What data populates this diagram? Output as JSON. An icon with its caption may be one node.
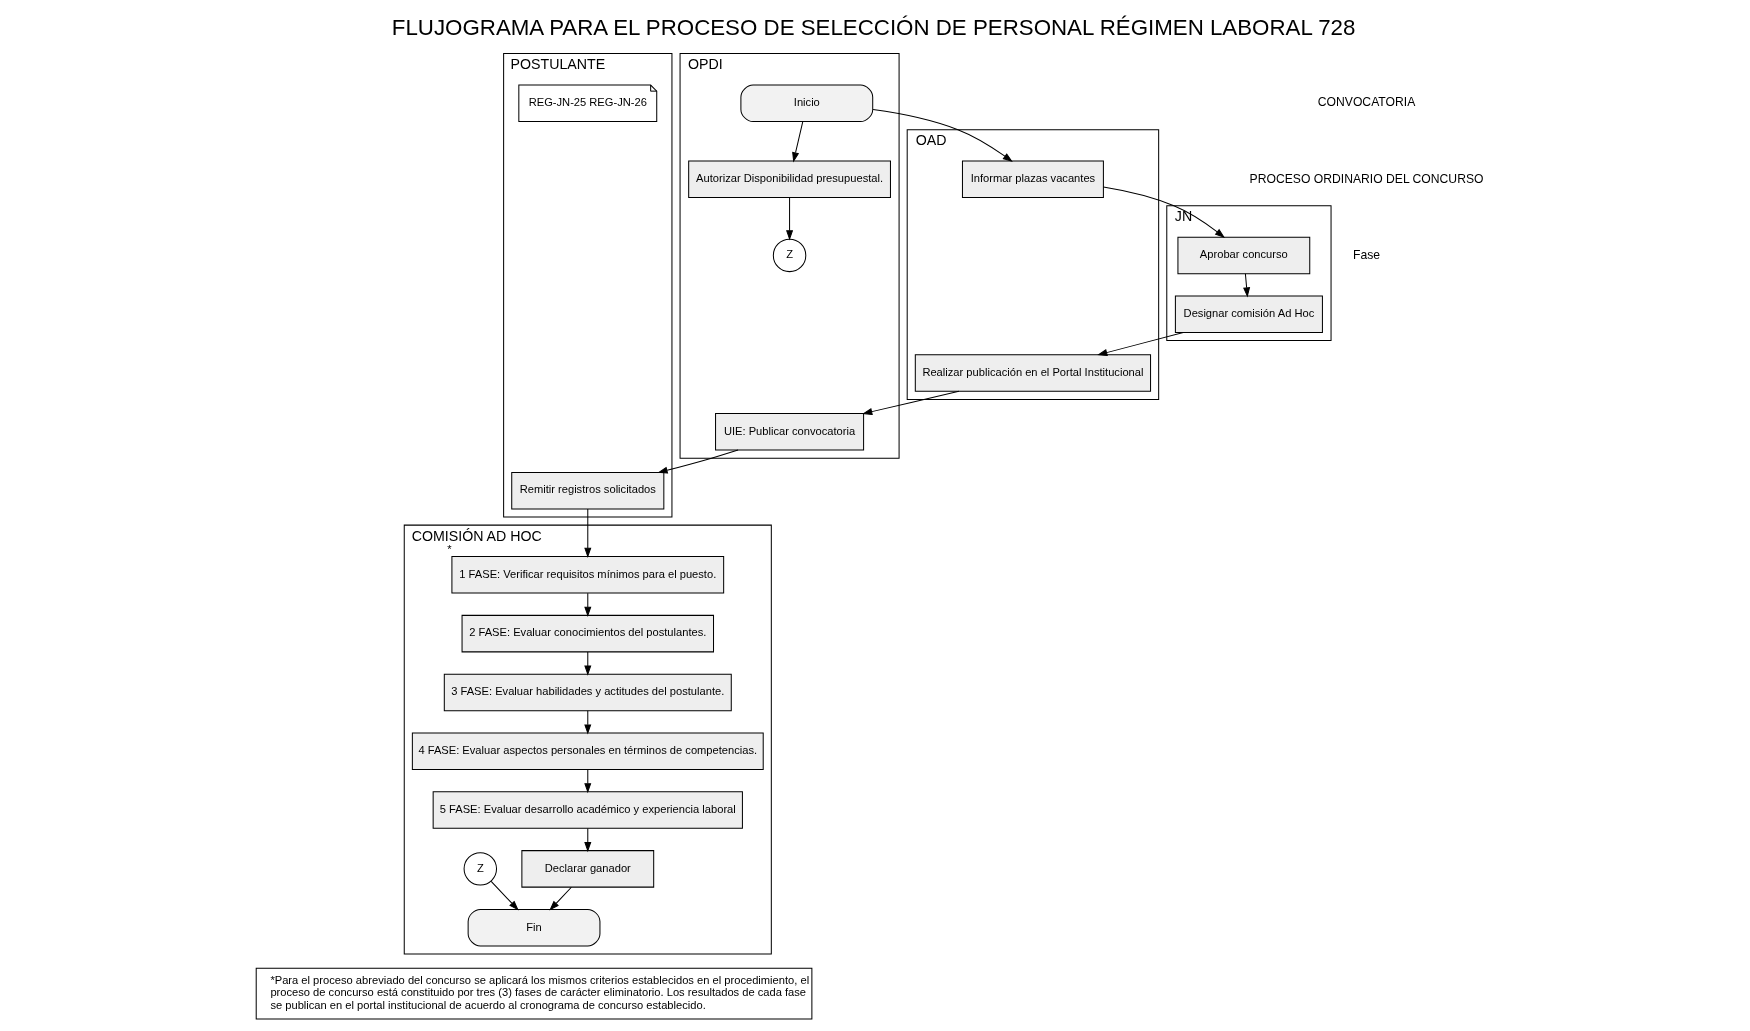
{
  "diagram": {
    "title": "FLUJOGRAMA PARA EL PROCESO DE SELECCIÓN DE PERSONAL RÉGIMEN LABORAL 728",
    "caption": "*Para el proceso abreviado del concurso se aplicará los mismos criterios establecidos en el procedimiento, el proceso de concurso está constituido por tres (3) fases de carácter eliminatorio. Los resultados de cada fase se publican en el portal institucional de acuerdo al cronograma de concurso establecido.",
    "nodes": [
      {
        "text": [
          "POSTULANTE"
        ]
      },
      {
        "text": [
          "COMISIÓN AD HOC"
        ]
      },
      {
        "text": [
          "OPDI"
        ]
      },
      {
        "text": [
          "OAD"
        ]
      },
      {
        "text": [
          "JN"
        ]
      },
      {
        "text": [
          "Inicio"
        ],
        "in": 2
      },
      {
        "text": [
          "Autorizar Disponibilidad presupuestal."
        ],
        "in": 2
      },
      {
        "text": [
          "Z"
        ],
        "in": 2
      },
      {
        "text": [
          "Informar plazas vacantes"
        ],
        "in": 3
      },
      {
        "text": [
          "Aprobar concurso"
        ],
        "in": 4
      },
      {
        "text": [
          "Designar comisión Ad Hoc"
        ],
        "in": 4
      },
      {
        "text": [
          "Realizar publicación en el Portal Institucional"
        ],
        "in": 3
      },
      {
        "text": [
          "UIE: Publicar convocatoria"
        ],
        "in": 2
      },
      {
        "text": [
          "REG-JN-25 REG-JN-26"
        ],
        "in": 0
      },
      {
        "text": [
          "Remitir registros solicitados"
        ],
        "in": 0
      },
      {
        "text": [
          "1 FASE: Verificar requisitos mínimos para el puesto."
        ],
        "beside": [
          "*"
        ],
        "in": 1
      },
      {
        "text": [
          "2 FASE: Evaluar conocimientos del postulantes."
        ],
        "in": 1
      },
      {
        "text": [
          "3 FASE: Evaluar habilidades y actitudes del postulante."
        ],
        "in": 1
      },
      {
        "text": [
          "4 FASE: Evaluar aspectos personales en términos de competencias."
        ],
        "in": 1
      },
      {
        "text": [
          "5 FASE: Evaluar desarrollo académico y experiencia laboral"
        ],
        "in": 1
      },
      {
        "text": [
          "Declarar ganador"
        ],
        "in": 1
      },
      {
        "text": [
          "Z"
        ],
        "in": 1
      },
      {
        "text": [
          "Fin"
        ],
        "in": 1
      }
    ],
    "edges": [
      {
        "from": 5,
        "to": 6,
        "arrow": "to"
      },
      {
        "from": 5,
        "to": 8,
        "arrow": "to"
      },
      {
        "from": 6,
        "to": 7,
        "arrow": "to"
      },
      {
        "from": 8,
        "to": 9,
        "arrow": "to"
      },
      {
        "from": 9,
        "to": 10,
        "arrow": "to"
      },
      {
        "from": 10,
        "to": 11,
        "arrow": "to"
      },
      {
        "from": 11,
        "to": 12,
        "arrow": "to"
      },
      {
        "from": 12,
        "to": 14,
        "arrow": "to"
      },
      {
        "from": 14,
        "to": 15,
        "arrow": "to"
      },
      {
        "from": 15,
        "to": 16,
        "arrow": "to"
      },
      {
        "from": 16,
        "to": 17,
        "arrow": "to"
      },
      {
        "from": 17,
        "to": 18,
        "arrow": "to"
      },
      {
        "from": 18,
        "to": 19,
        "arrow": "to"
      },
      {
        "from": 19,
        "to": 20,
        "arrow": "to"
      },
      {
        "from": 20,
        "to": 22,
        "arrow": "to"
      },
      {
        "from": 21,
        "to": 22,
        "arrow": "to"
      }
    ],
    "labels": [
      "CONVOCATORIA",
      "PROCESO ORDINARIO DEL CONCURSO",
      "Fase"
    ]
  }
}
